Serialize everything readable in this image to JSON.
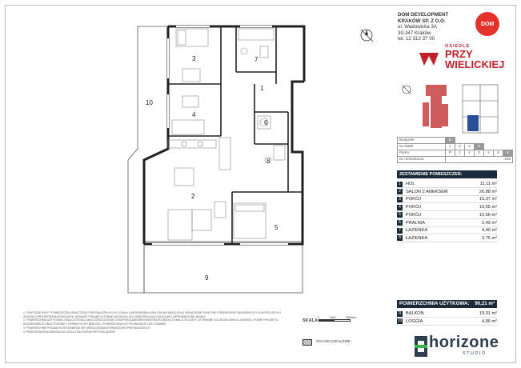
{
  "company": {
    "name_line1": "DOM DEVELOPMENT",
    "name_line2": "KRAKÓW SP. Z O.O.",
    "street": "ul. Wadowicka 3A",
    "city": "30-347 Kraków",
    "phone": "tel. 12 312 37 00",
    "logo_text": "DOM"
  },
  "estate": {
    "small": "OSIEDLE",
    "line1": "PRZY",
    "line2": "WIELICKIEJ"
  },
  "info_table": {
    "rows": [
      {
        "label": "Budynek",
        "cells": [
          "B"
        ],
        "selected": 0
      },
      {
        "label": "Nr klatki",
        "cells": [
          "1",
          "2",
          "3",
          "4"
        ],
        "selected": 3
      },
      {
        "label": "Piętro",
        "cells": [
          "P",
          "1",
          "2",
          "3",
          "4",
          "5",
          "6"
        ],
        "selected": 6
      },
      {
        "label": "Nr mieszkania",
        "cells": [
          "106"
        ],
        "selected": -1
      }
    ]
  },
  "rooms": {
    "title": "ZESTAWIENIE POMIESZCZEŃ:",
    "items": [
      {
        "num": "1",
        "name": "HOL",
        "area": "11,11 m²"
      },
      {
        "num": "2",
        "name": "SALON Z ANEKSEM",
        "area": "26,88 m²"
      },
      {
        "num": "3",
        "name": "POKÓJ",
        "area": "15,37 m²"
      },
      {
        "num": "4",
        "name": "POKÓJ",
        "area": "10,55 m²"
      },
      {
        "num": "5",
        "name": "POKÓJ",
        "area": "15,66 m²"
      },
      {
        "num": "6",
        "name": "PRALNIA",
        "area": "2,49 m²"
      },
      {
        "num": "7",
        "name": "ŁAZIENKA",
        "area": "4,40 m²"
      },
      {
        "num": "8",
        "name": "ŁAZIENKA",
        "area": "3,75 m²"
      }
    ]
  },
  "total": {
    "label": "POWIERZCHNIA UŻYTKOWA:",
    "value": "90,21 m²"
  },
  "extras": [
    {
      "num": "9",
      "name": "BALKON",
      "area": "19,91 m²"
    },
    {
      "num": "10",
      "name": "LOGGIA",
      "area": "4,86 m²"
    }
  ],
  "plan_labels": [
    "1",
    "2",
    "3",
    "4",
    "5",
    "6",
    "7",
    "8",
    "9",
    "10"
  ],
  "notes": [
    "1. POWYŻSZE RZUTY POMIESZCZEŃ ORAZ CZĘŚCI PRZYNALEŻNYCH DO LOKALU (OGRÓDEK/BALKON/LOGGIA/TARAS) ORAZ OZNACZENIE PUNKTÓW I PRZEWODÓW SANITARNYCH I ELEKTRYCZNYCH ZGODNE Z PROJEKTEM BUDOWLANYM. WYMIARY PODANE W STANIE SUROWYM. W CZASIE REALIZACJI MOGĄ BYĆ WPROWADZONE ZMIANY.",
    "2. POWIERZCHNIA UŻYTKOWA LOKALU ZOSTAŁA OBLICZONA ZGODNIE Z ROZPORZĄDZENIEM MINISTRA ROZWOJU Z DNIA 11.09.2020 R. W SPRAWIE SZCZEGÓŁOWEGO ZAKRESU I FORMY PROJEKTU BUDOWLANEGO ORAZ ZGODNIE Z NORMĄ PN-ISO 9836:2022. POWIERZCHNIA UŻYTKOWA MOŻE ULEC ZMIANIE.",
    "3. POWIERZCHNIE PODANE W ZESTAWIENIU NIE UWZGLĘDNIAJĄ POWIERZCHNI PRZYNALEŻNYCH.",
    "4. PRZEDSTAWIONA ARANŻACJA LOKALU MA CHARAKTER POGLĄDOWY."
  ],
  "scale": {
    "label": "SKALA:",
    "marks": [
      "0",
      "1000",
      "2000mm"
    ]
  },
  "walls_label": "ŚCIANKI DZIAŁOWE",
  "horizone": {
    "word": "horizone",
    "studio": "STUDIO"
  },
  "colors": {
    "dark": "#1b2a3a",
    "red": "#c0202a",
    "highlight": "#2a4e9a",
    "wall": "#222222",
    "furniture": "#888888"
  }
}
